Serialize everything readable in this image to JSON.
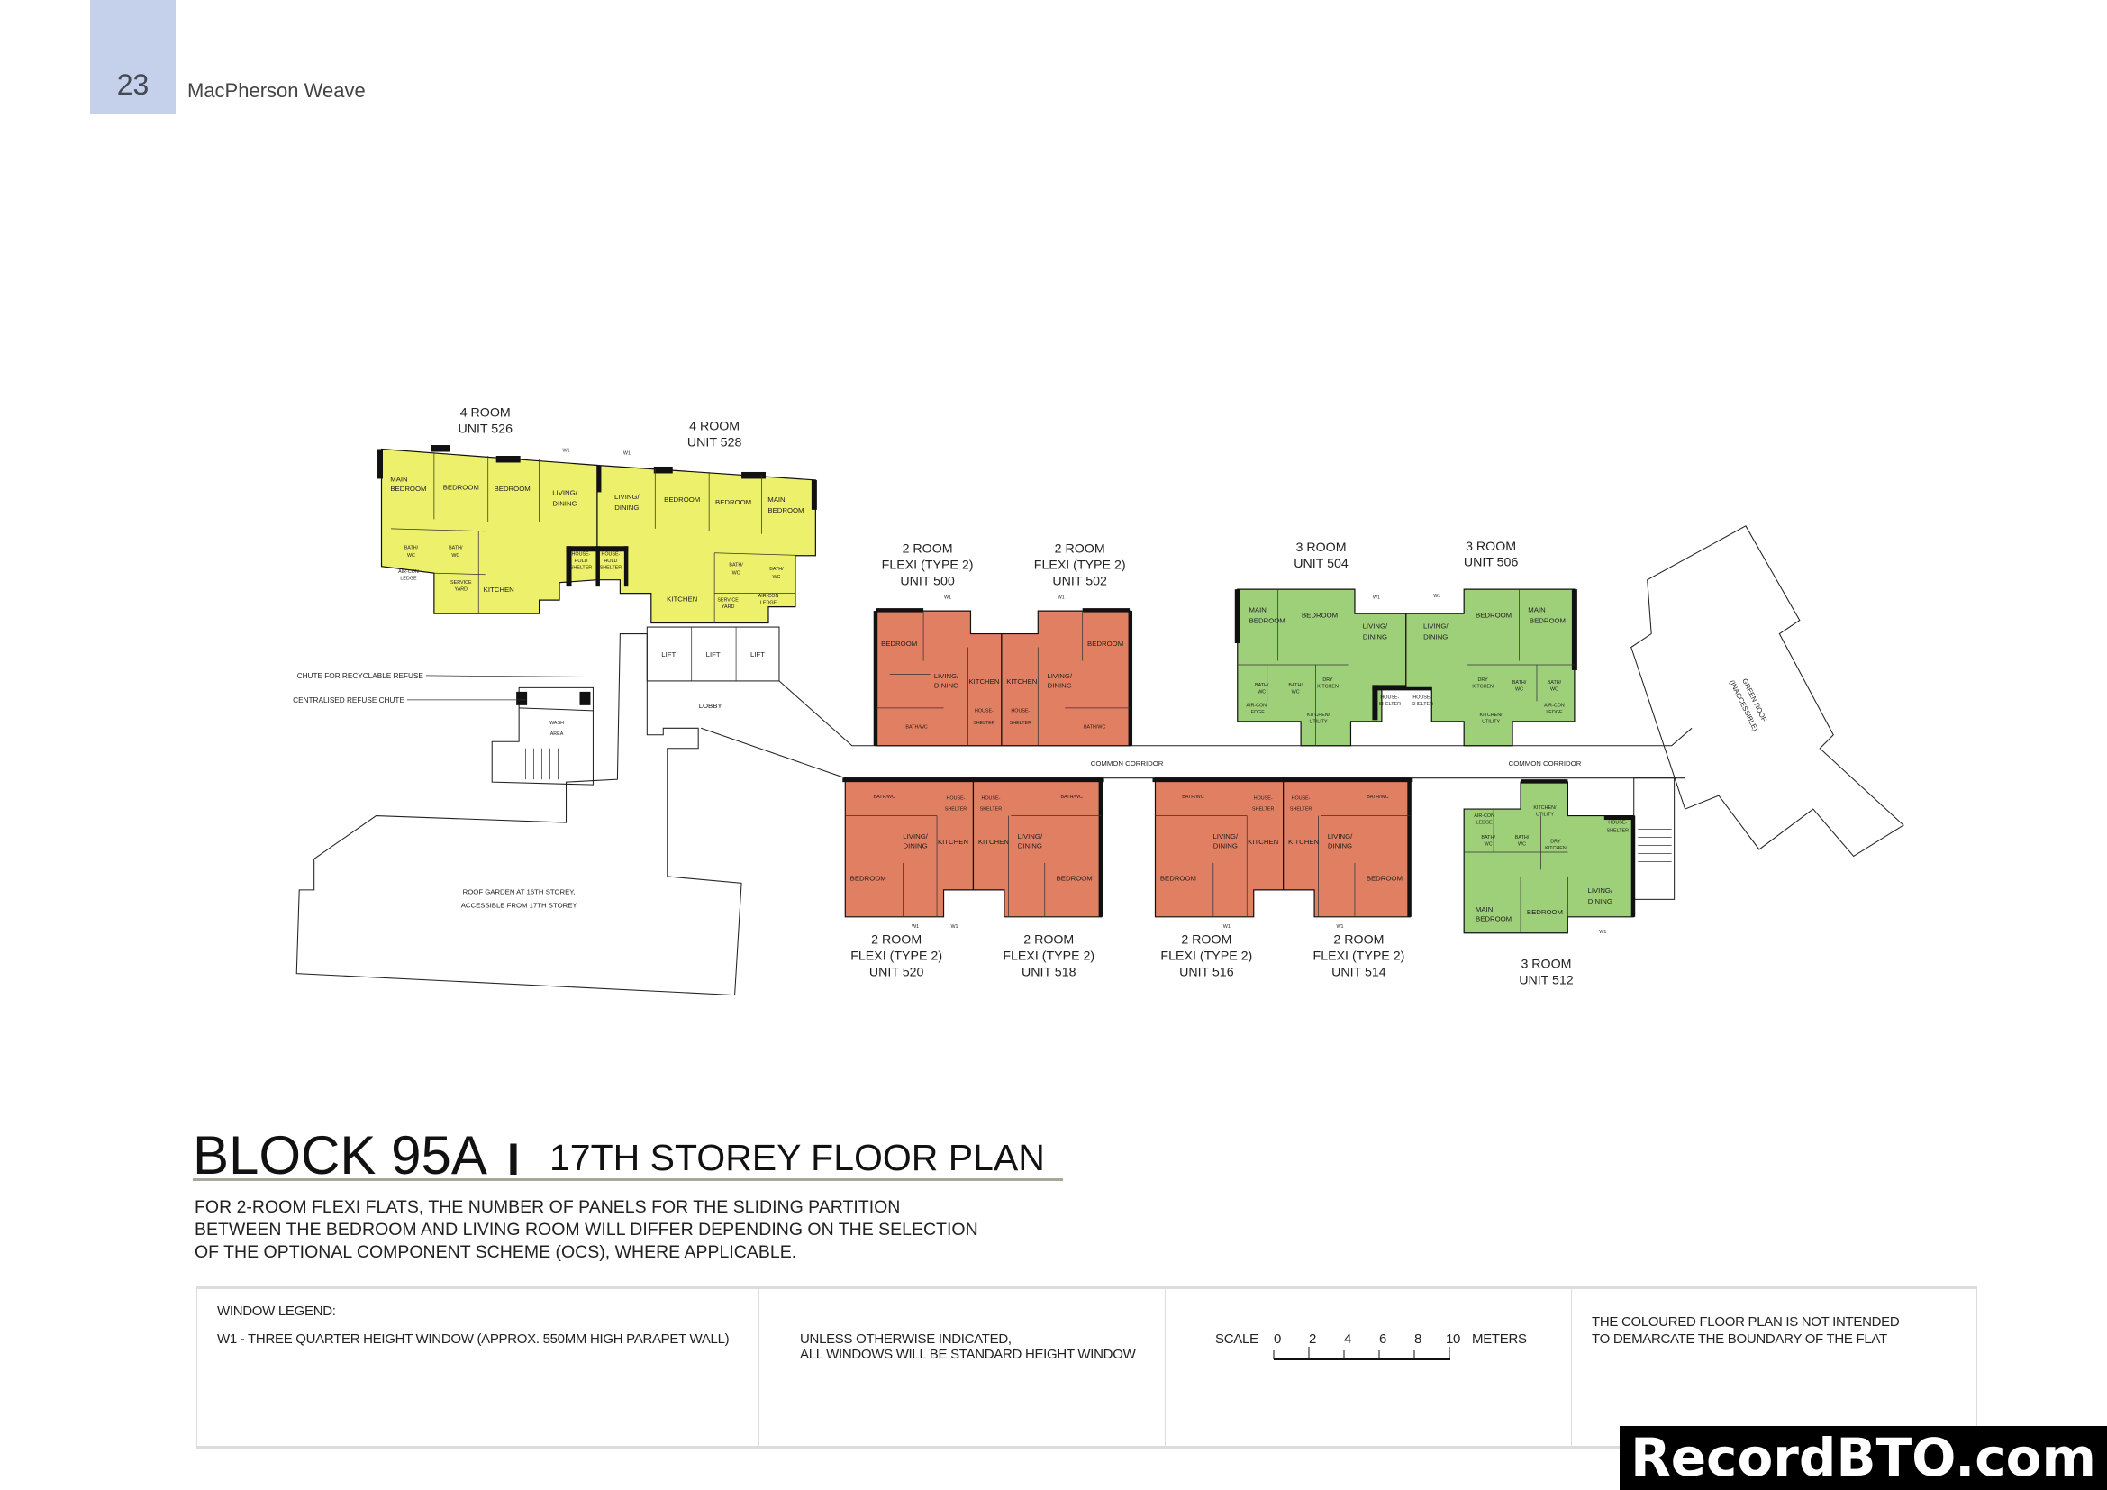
{
  "header": {
    "page_number": "23",
    "doc_title": "MacPherson Weave",
    "accent_color": "#c5d1ea"
  },
  "title": {
    "block": "BLOCK 95A",
    "separator": "I",
    "floor": "17TH STOREY FLOOR PLAN"
  },
  "notes": [
    "FOR 2-ROOM FLEXI FLATS, THE NUMBER OF PANELS FOR THE SLIDING PARTITION",
    "BETWEEN THE BEDROOM AND LIVING ROOM WILL DIFFER DEPENDING ON THE SELECTION",
    "OF THE OPTIONAL COMPONENT SCHEME (OCS), WHERE APPLICABLE."
  ],
  "legend": {
    "window_legend_title": "WINDOW LEGEND:",
    "w1_desc": "W1 -  THREE QUARTER HEIGHT WINDOW (APPROX. 550MM HIGH PARAPET WALL)",
    "standard_line1": "UNLESS OTHERWISE INDICATED,",
    "standard_line2": "ALL WINDOWS WILL BE STANDARD HEIGHT WINDOW",
    "scale_label": "SCALE",
    "scale_ticks": [
      "0",
      "2",
      "4",
      "6",
      "8",
      "10"
    ],
    "scale_unit": "METERS",
    "disclaimer_line1": "THE COLOURED FLOOR PLAN IS NOT INTENDED",
    "disclaimer_line2": "TO DEMARCATE THE BOUNDARY OF THE FLAT"
  },
  "colors": {
    "four_room": "#edf06a",
    "two_room_flexi": "#e17f63",
    "three_room": "#9ed07a"
  },
  "units": {
    "u526": {
      "type": "4 ROOM",
      "unit": "UNIT 526"
    },
    "u528": {
      "type": "4 ROOM",
      "unit": "UNIT 528"
    },
    "u500": {
      "type": "2 ROOM",
      "sub": "FLEXI (TYPE 2)",
      "unit": "UNIT 500"
    },
    "u502": {
      "type": "2 ROOM",
      "sub": "FLEXI (TYPE 2)",
      "unit": "UNIT 502"
    },
    "u504": {
      "type": "3 ROOM",
      "unit": "UNIT 504"
    },
    "u506": {
      "type": "3 ROOM",
      "unit": "UNIT 506"
    },
    "u520": {
      "type": "2 ROOM",
      "sub": "FLEXI (TYPE 2)",
      "unit": "UNIT 520"
    },
    "u518": {
      "type": "2 ROOM",
      "sub": "FLEXI (TYPE 2)",
      "unit": "UNIT 518"
    },
    "u516": {
      "type": "2 ROOM",
      "sub": "FLEXI (TYPE 2)",
      "unit": "UNIT 516"
    },
    "u514": {
      "type": "2 ROOM",
      "sub": "FLEXI (TYPE 2)",
      "unit": "UNIT 514"
    },
    "u512": {
      "type": "3 ROOM",
      "unit": "UNIT 512"
    }
  },
  "rooms": {
    "main": "MAIN",
    "bedroom": "BEDROOM",
    "living": "LIVING/",
    "dining": "DINING",
    "bath": "BATH/",
    "wc": "WC",
    "bathwc": "BATH/WC",
    "kitchen": "KITCHEN",
    "kitchen_utility": "KITCHEN/",
    "utility": "UTILITY",
    "dry": "DRY",
    "service": "SERVICE",
    "yard": "YARD",
    "aircon": "AIR-CON",
    "ledge": "LEDGE",
    "household": "HOUSE-",
    "hold": "HOLD",
    "shelter": "SHELTER"
  },
  "plan_labels": {
    "w1": "W1",
    "lift": "LIFT",
    "lobby": "LOBBY",
    "common_corridor": "COMMON CORRIDOR",
    "chute_recyclable": "CHUTE FOR RECYCLABLE REFUSE",
    "chute_centralised": "CENTRALISED REFUSE CHUTE",
    "wash": "WASH",
    "area": "AREA",
    "roof_garden_1": "ROOF GARDEN AT 16TH STOREY,",
    "roof_garden_2": "ACCESSIBLE FROM 17TH STOREY",
    "green_roof_1": "GREEN ROOF",
    "green_roof_2": "(INACCESSIBLE)"
  },
  "watermark": "RecordBTO.com"
}
